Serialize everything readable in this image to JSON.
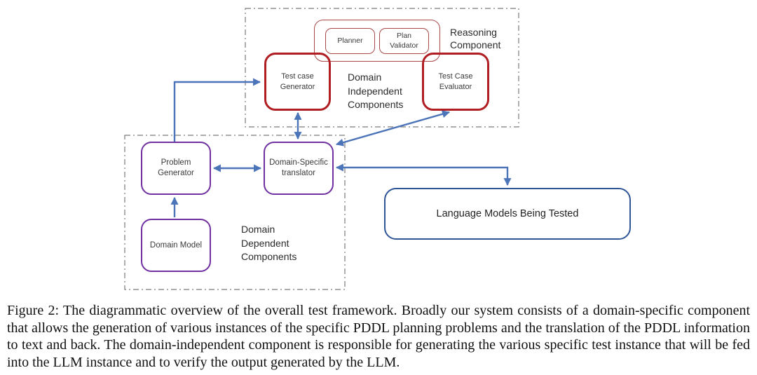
{
  "colors": {
    "thick_red": "#B01E23",
    "thin_red": "#A84848",
    "purple": "#7030A0",
    "dark_blue": "#2E5596",
    "arrow_blue": "#4C74B9",
    "dashed_gray": "#7a7a7a",
    "label_text": "#3a3a3a",
    "caption_text": "#111111"
  },
  "diagram": {
    "reasoning_group": {
      "label": "Reasoning\nComponent",
      "planner": "Planner",
      "plan_validator": "Plan\nValidator"
    },
    "independent_group": {
      "label": "Domain\nIndependent\nComponents",
      "test_case_generator": "Test case\nGenerator",
      "test_case_evaluator": "Test Case\nEvaluator"
    },
    "dependent_group": {
      "label": "Domain\nDependent\nComponents",
      "problem_generator": "Problem\nGenerator",
      "domain_specific_translator": "Domain-Specific\ntranslator",
      "domain_model": "Domain Model"
    },
    "llm_box": "Language Models Being Tested"
  },
  "caption": "Figure 2: The diagrammatic overview of the overall test framework. Broadly our system consists of a domain-specific component that allows the generation of various instances of the specific PDDL planning problems and the translation of the PDDL information to text and back.  The domain-independent component is responsible for generating the various specific test instance that will be fed into the LLM instance and to verify the output generated by the LLM."
}
